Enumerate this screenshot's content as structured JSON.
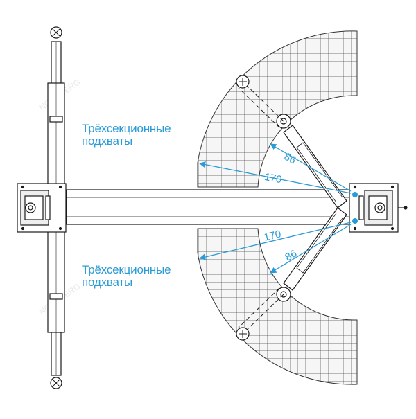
{
  "labels": {
    "top": {
      "line1": "Трёхсекционные",
      "line2": "подхваты"
    },
    "bottom": {
      "line1": "Трёхсекционные",
      "line2": "подхваты"
    }
  },
  "dimensions": {
    "upper_short": "86",
    "upper_long": "170",
    "lower_long": "170",
    "lower_short": "86"
  },
  "watermarks": {
    "text": "NORDBERG"
  },
  "colors": {
    "accent": "#2a9bd6",
    "line": "#1a1a1a",
    "hatch": "#555555",
    "zone_fill": "#f4f4f4",
    "watermark": "#e6e6e6"
  }
}
